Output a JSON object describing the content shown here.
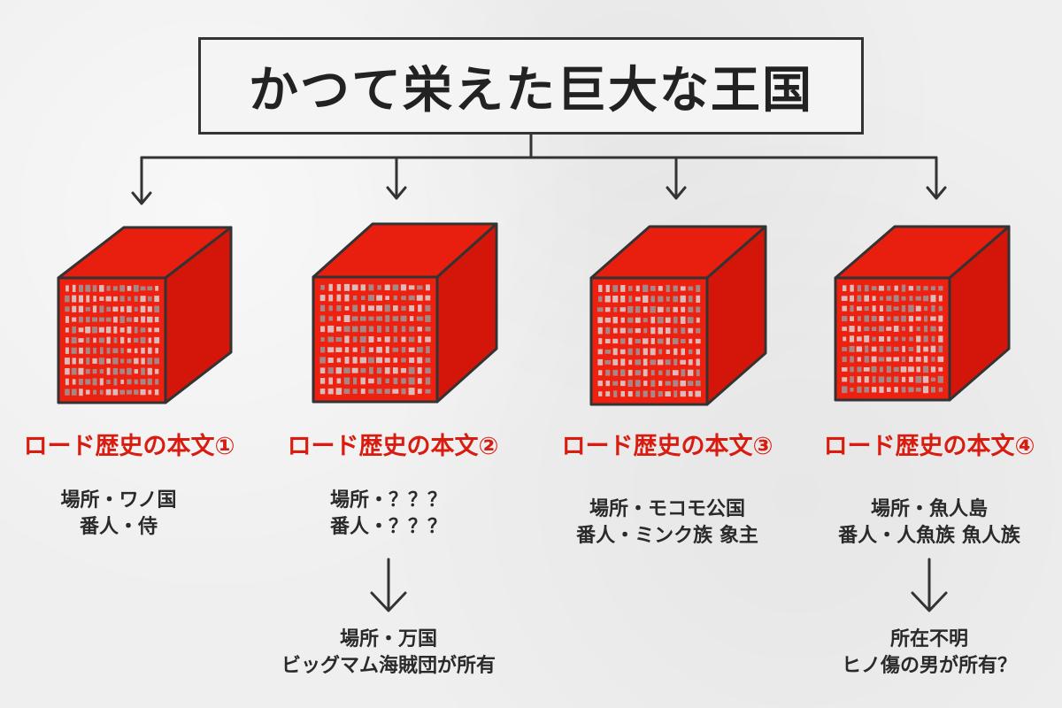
{
  "title": "かつて栄えた巨大な王国",
  "colors": {
    "cube_face": "#ee2010",
    "cube_top": "#e81e0e",
    "cube_side": "#d4160a",
    "label": "#d81c10",
    "outline": "#333333"
  },
  "stones": [
    {
      "name": "ロード歴史の本文①",
      "location": "場所・ワノ国",
      "guardian": "番人・侍",
      "next": []
    },
    {
      "name": "ロード歴史の本文②",
      "location": "場所・？？？",
      "guardian": "番人・？？？",
      "next": [
        "場所・万国",
        "ビッグマム海賊団が所有"
      ]
    },
    {
      "name": "ロード歴史の本文③",
      "location": "場所・モコモ公国",
      "guardian": "番人・ミンク族 象主",
      "next": []
    },
    {
      "name": "ロード歴史の本文④",
      "location": "場所・魚人島",
      "guardian": "番人・人魚族 魚人族",
      "next": [
        "所在不明",
        "ヒノ傷の男が所有？"
      ]
    }
  ]
}
